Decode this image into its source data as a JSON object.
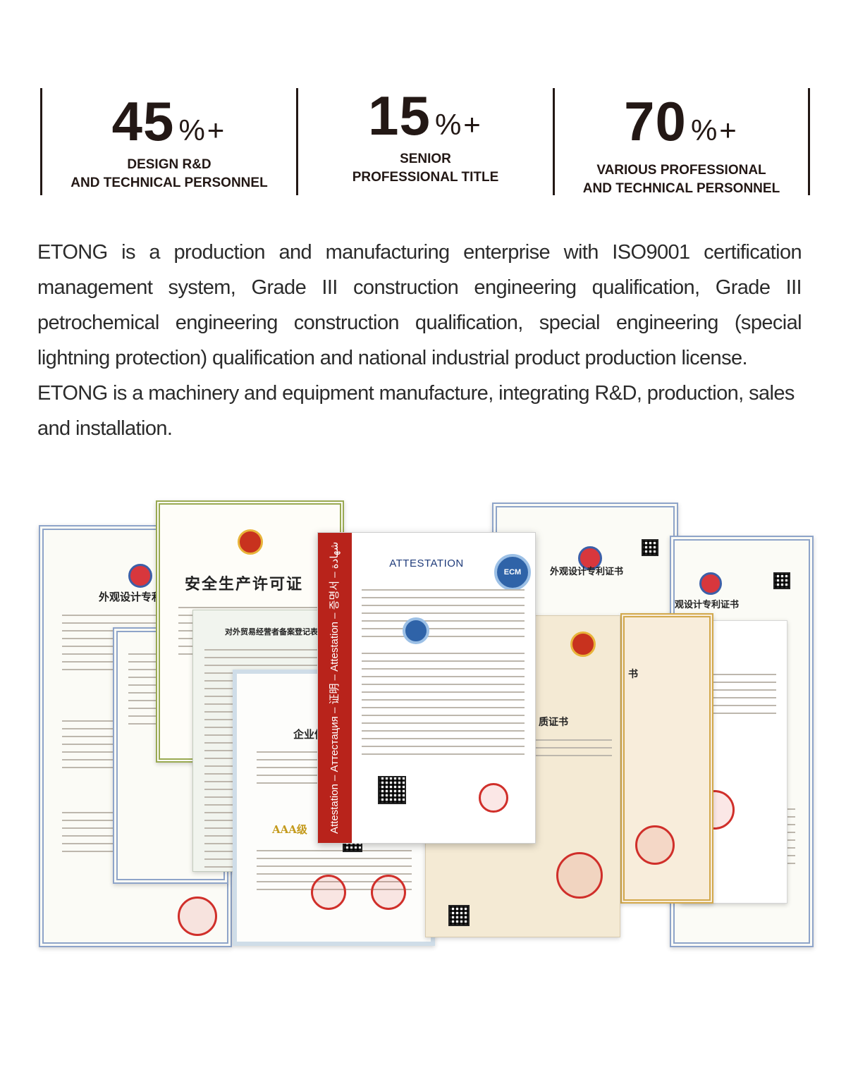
{
  "stats": [
    {
      "number": "45",
      "suffix": "%+",
      "label_line1": "DESIGN R&D",
      "label_line2": "AND TECHNICAL PERSONNEL"
    },
    {
      "number": "15",
      "suffix": "%+",
      "label_line1": "SENIOR",
      "label_line2": "PROFESSIONAL TITLE"
    },
    {
      "number": "70",
      "suffix": "%+",
      "label_line1": "VARIOUS PROFESSIONAL",
      "label_line2": "AND TECHNICAL PERSONNEL"
    }
  ],
  "paragraph1": "ETONG is a production and manufacturing enterprise with ISO9001 certification management system, Grade III construction engineering qualification, Grade III petrochemical engineering construction qualification, special engineering (special lightning protection) qualification and national industrial product production license.",
  "paragraph2": "ETONG is a machinery and equipment manufacture, integrating R&D, production, sales and installation.",
  "certificates": {
    "safety_license_title": "安全生产许可证",
    "patent_title_left": "外观设计专利",
    "patent_title_right1": "外观设计专利证书",
    "patent_title_right2": "观设计专利证书",
    "foreign_trade_title": "对外贸易经营者备案登记表",
    "credit_title": "企业信",
    "credit_grade": "AAA级",
    "attestation_title": "ATTESTATION",
    "attestation_band": "Attestation – Аттестация – 证明 – Attestation – 증명서 – شهادة",
    "ecm_logo": "ECM",
    "quality_title": "质证书",
    "gold_title": "书"
  }
}
